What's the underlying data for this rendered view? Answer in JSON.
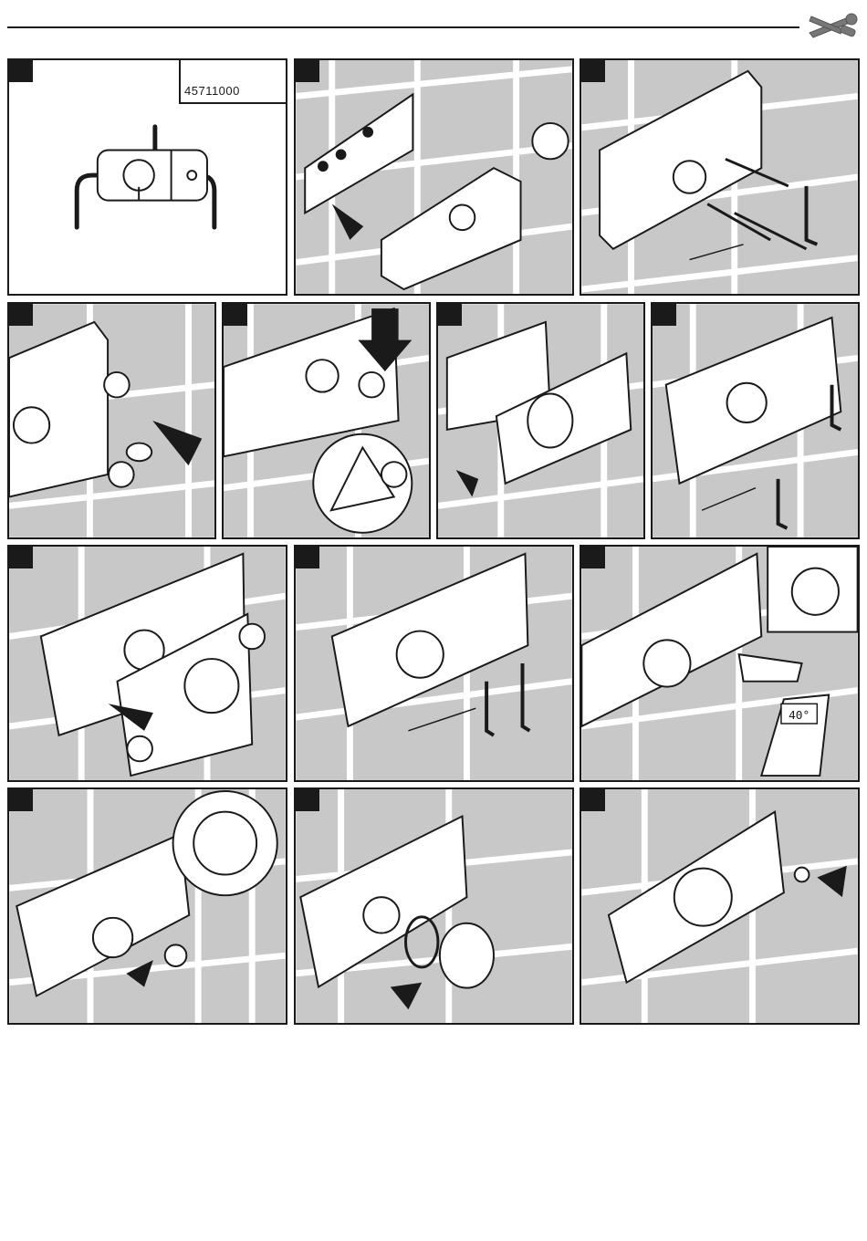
{
  "document": {
    "part_number": "45711000",
    "header_icon": "wrench-screwdriver-icon",
    "display_temperature": "40°",
    "step_count": 13
  },
  "colors": {
    "tile": "#c8c8c8",
    "grout": "#ffffff",
    "ink": "#1a1a1a",
    "box": "#ffffff"
  }
}
